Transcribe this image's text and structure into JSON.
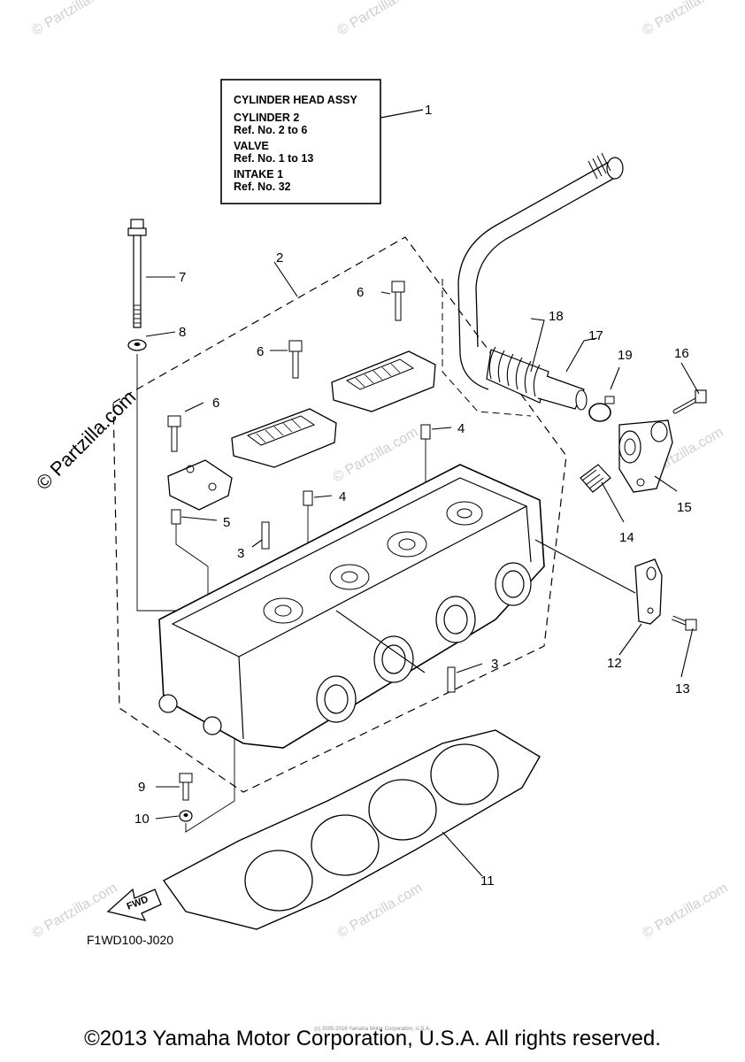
{
  "assembly_box": {
    "title": "CYLINDER HEAD ASSY",
    "lines": [
      "CYLINDER 2",
      "Ref. No. 2 to 6",
      "VALVE",
      "Ref. No. 1 to 13",
      "INTAKE 1",
      "Ref. No. 32"
    ]
  },
  "callouts": [
    "1",
    "2",
    "3",
    "3",
    "4",
    "4",
    "5",
    "6",
    "6",
    "6",
    "7",
    "8",
    "9",
    "10",
    "11",
    "12",
    "13",
    "14",
    "15",
    "16",
    "17",
    "18",
    "19"
  ],
  "fwd_label": "FWD",
  "diagram_code": "F1WD100-J020",
  "watermark": "© Partzilla.com",
  "tiny_copyright": "(c) 2005-2016 Yamaha Motor Corporation, U.S.A.",
  "copyright": "©2013 Yamaha Motor Corporation, U.S.A. All rights reserved."
}
